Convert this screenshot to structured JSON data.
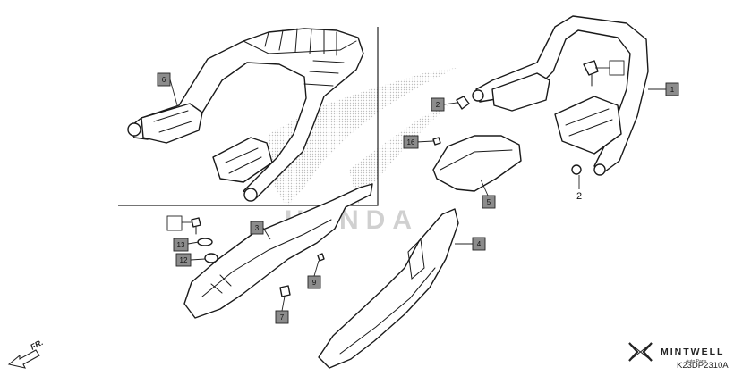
{
  "callouts": [
    {
      "id": "c1",
      "label": "1",
      "empty": false
    },
    {
      "id": "c2",
      "label": "2",
      "empty": false
    },
    {
      "id": "c3",
      "label": "3",
      "empty": false
    },
    {
      "id": "c4",
      "label": "4",
      "empty": false
    },
    {
      "id": "c5",
      "label": "5",
      "empty": false
    },
    {
      "id": "c6",
      "label": "6",
      "empty": false
    },
    {
      "id": "c7",
      "label": "7",
      "empty": false
    },
    {
      "id": "c9",
      "label": "9",
      "empty": false
    },
    {
      "id": "c12",
      "label": "12",
      "empty": false
    },
    {
      "id": "c13",
      "label": "13",
      "empty": false
    },
    {
      "id": "c16",
      "label": "16",
      "empty": false
    },
    {
      "id": "cbolt1",
      "label": "",
      "empty": true
    },
    {
      "id": "cbolt2",
      "label": "",
      "empty": true
    }
  ],
  "plain_labels": {
    "grommet": "2"
  },
  "direction_label": "FR.",
  "watermark_text": "HONDA",
  "brand": {
    "name": "MINTWELL",
    "sub": "Auto Parts"
  },
  "diagram_code": "K23DP2310A"
}
